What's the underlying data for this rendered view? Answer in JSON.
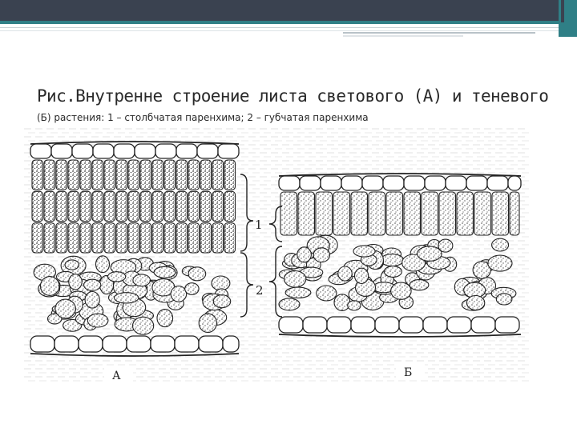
{
  "slide": {
    "title": "Рис.Внутренне строение листа светового (А) и теневого",
    "subtitle": "(Б) растения: 1 – столбчатая паренхима; 2 – губчатая паренхима"
  },
  "figure": {
    "labels": {
      "palisade": "1",
      "spongy": "2",
      "panel_a": "А",
      "panel_b": "Б"
    }
  }
}
